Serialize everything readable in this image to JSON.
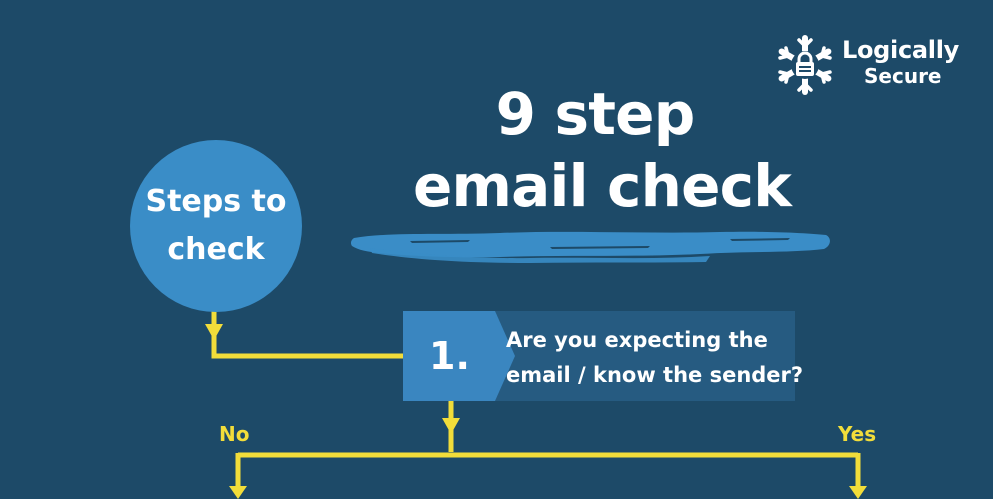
{
  "logo": {
    "line1": "Logically",
    "line2": "Secure"
  },
  "title": {
    "line1": "9 step",
    "line2": "email check"
  },
  "start": {
    "line1": "Steps to",
    "line2": "check"
  },
  "step1": {
    "number": "1.",
    "line1": "Are you expecting the",
    "line2": "email / know the sender?"
  },
  "branches": {
    "no": "No",
    "yes": "Yes"
  },
  "colors": {
    "background": "#1d4a68",
    "accent_blue": "#3a8dc7",
    "step_box": "#265b81",
    "connector_yellow": "#f2dd3a",
    "text": "#ffffff"
  }
}
